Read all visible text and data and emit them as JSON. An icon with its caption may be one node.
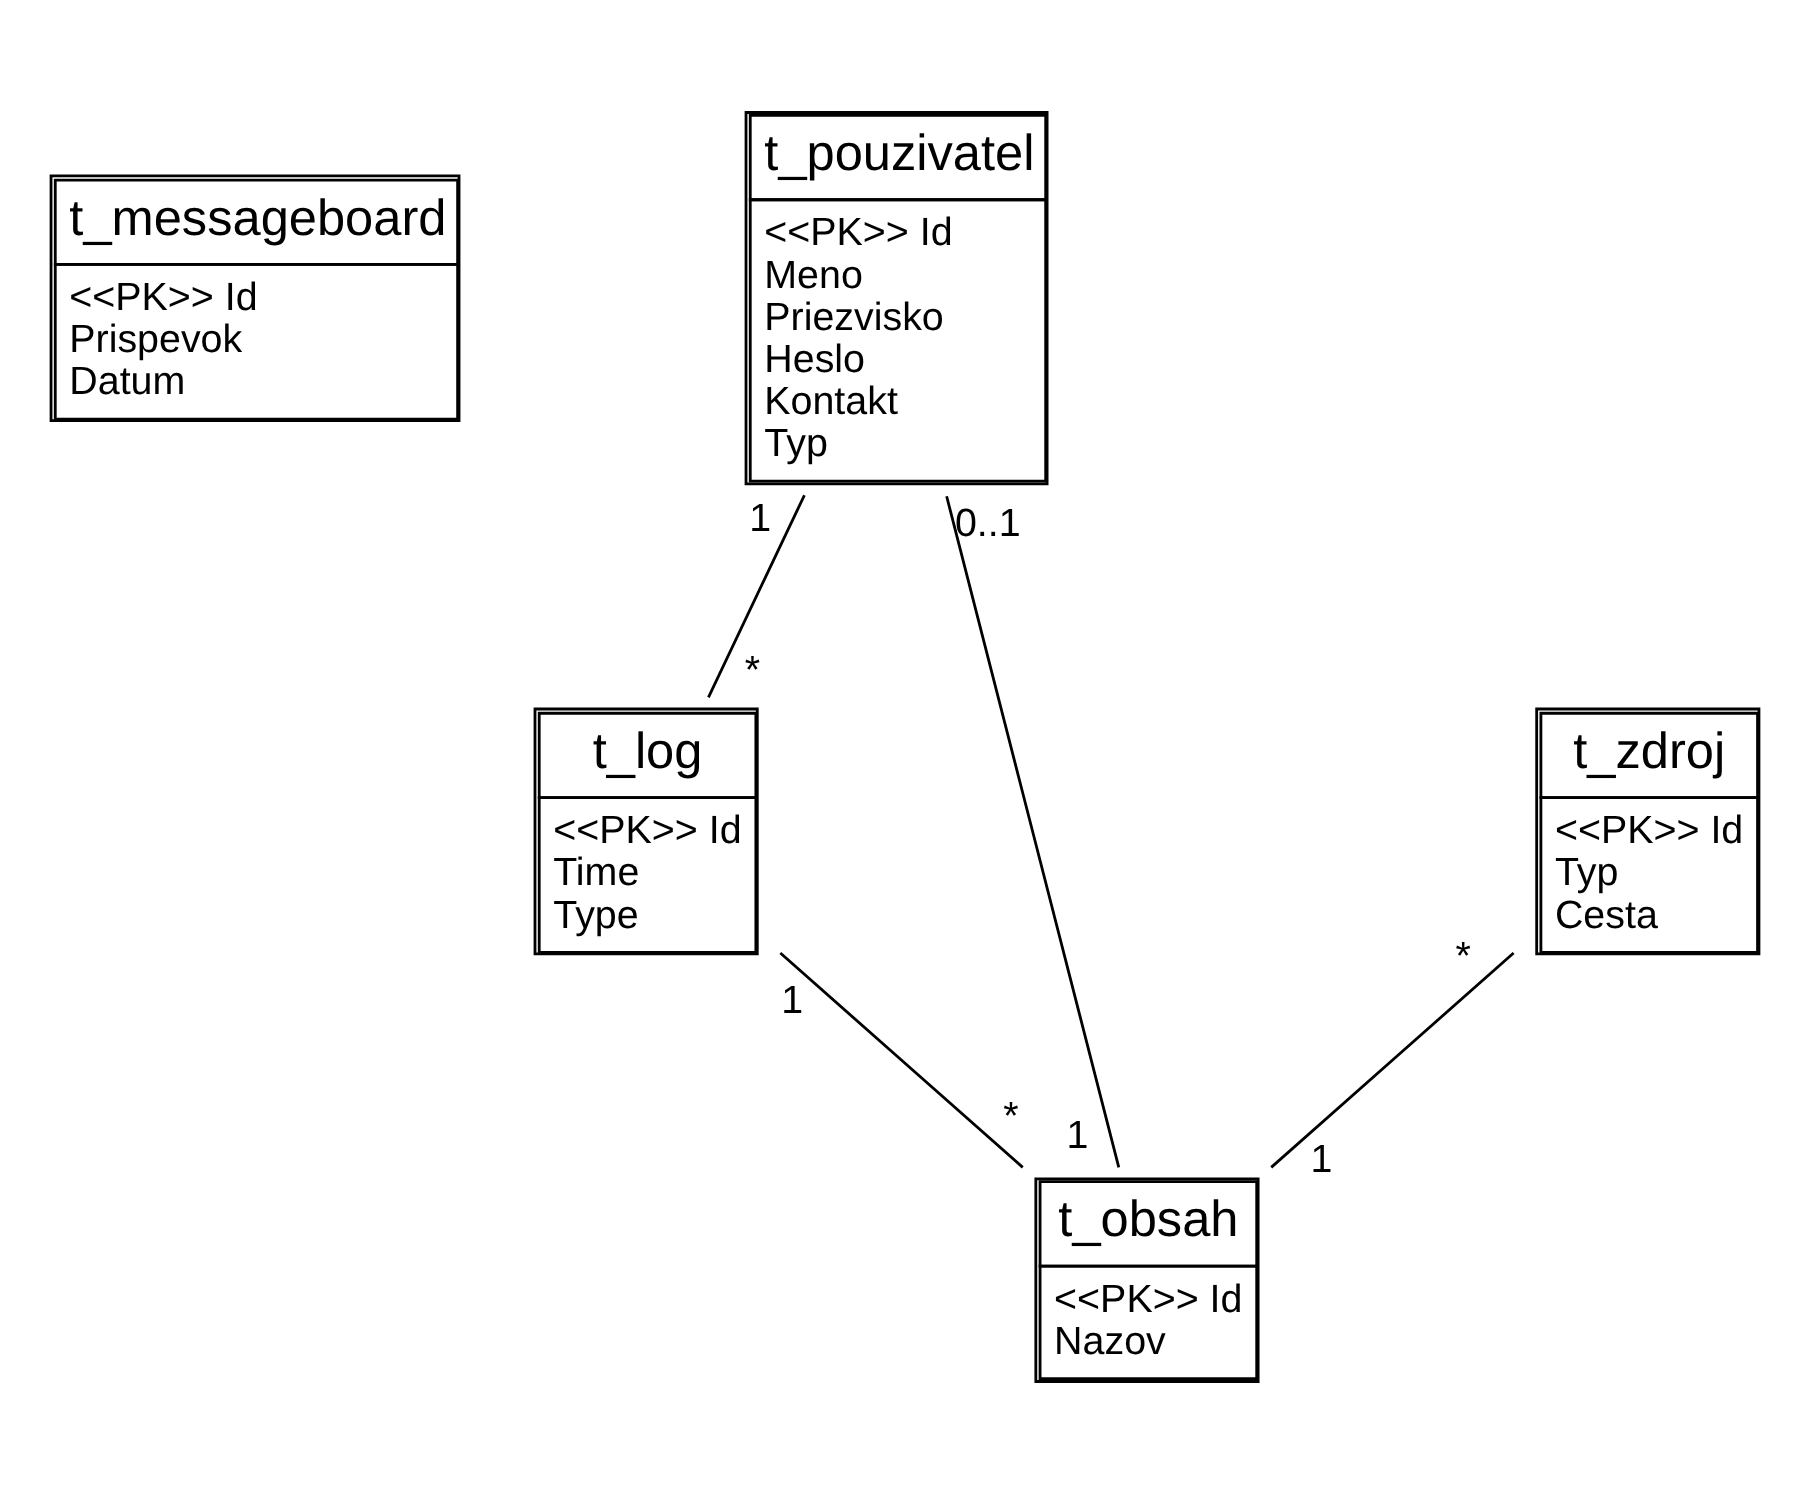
{
  "diagram": {
    "nodes": [
      {
        "text": [
          "t_messageboard",
          "<<PK>> Id",
          "Prispevok",
          "Datum"
        ]
      },
      {
        "text": [
          "t_pouzivatel",
          "<<PK>> Id",
          "Meno",
          "Priezvisko",
          "Heslo",
          "Kontakt",
          "Typ"
        ]
      },
      {
        "text": [
          "t_zdroj",
          "<<PK>> Id",
          "Typ",
          "Cesta"
        ]
      },
      {
        "text": [
          "t_log",
          "<<PK>> Id",
          "Time",
          "Type"
        ]
      },
      {
        "text": [
          "t_obsah",
          "<<PK>> Id",
          "Nazov"
        ]
      }
    ],
    "edges": [
      {
        "from": 1,
        "to": 4,
        "arrow": "none"
      },
      {
        "from": 1,
        "to": 3,
        "arrow": "none"
      },
      {
        "from": 2,
        "to": 4,
        "arrow": "none"
      },
      {
        "from": 3,
        "to": 4,
        "arrow": "none"
      }
    ],
    "labels": [
      "0..1",
      "1",
      "*",
      "*",
      "1",
      "1",
      "1",
      "*"
    ]
  }
}
